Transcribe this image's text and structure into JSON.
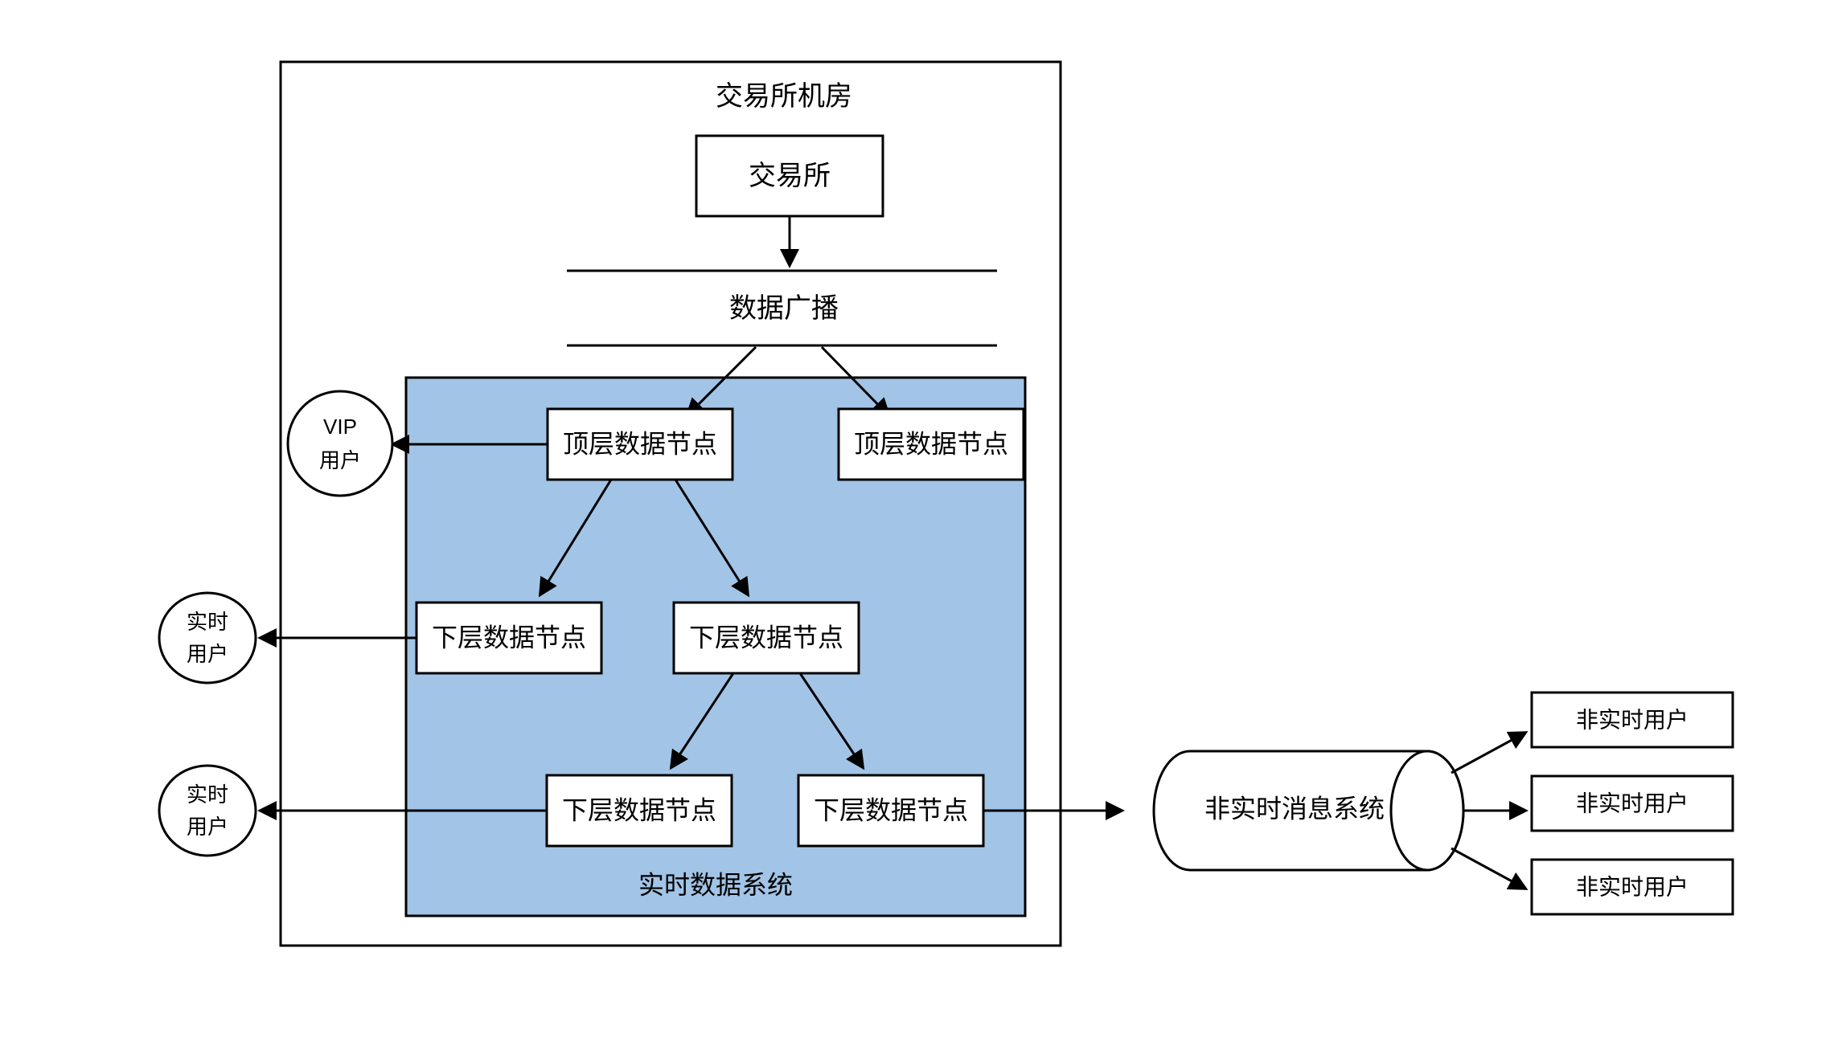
{
  "diagram": {
    "title": "交易所机房",
    "background_color": "#ffffff",
    "region_color": "#a2c4e6",
    "stroke_color": "#000000"
  },
  "container": {
    "label": "交易所机房"
  },
  "exchange_box": {
    "label": "交易所"
  },
  "broadcast": {
    "label": "数据广播"
  },
  "realtime_region": {
    "label": "实时数据系统"
  },
  "top_nodes": [
    {
      "label": "顶层数据节点"
    },
    {
      "label": "顶层数据节点"
    }
  ],
  "lower_nodes": [
    {
      "label": "下层数据节点"
    },
    {
      "label": "下层数据节点"
    },
    {
      "label": "下层数据节点"
    },
    {
      "label": "下层数据节点"
    }
  ],
  "vip_user": {
    "line1": "VIP",
    "line2": "用户"
  },
  "realtime_users": [
    {
      "line1": "实时",
      "line2": "用户"
    },
    {
      "line1": "实时",
      "line2": "用户"
    }
  ],
  "message_system": {
    "label": "非实时消息系统"
  },
  "nonrealtime_users": [
    {
      "label": "非实时用户"
    },
    {
      "label": "非实时用户"
    },
    {
      "label": "非实时用户"
    }
  ]
}
